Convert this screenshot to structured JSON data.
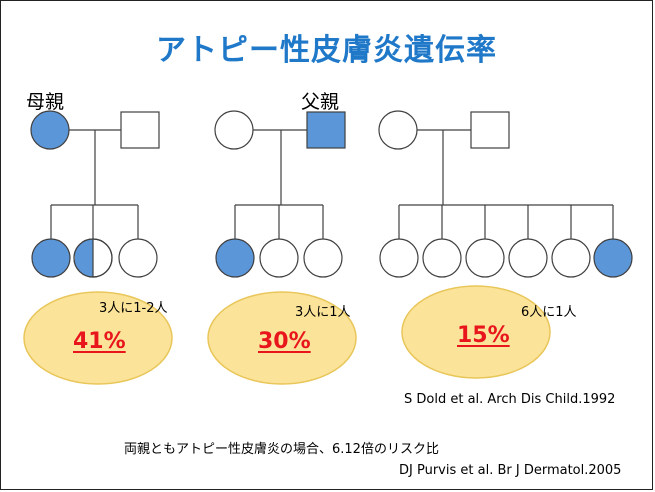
{
  "title": "アトピー性皮膚炎遺伝率",
  "colors": {
    "title": "#1f78c8",
    "affected_fill": "#5b96d8",
    "ellipse_fill": "#fbe49a",
    "ellipse_stroke": "#e9c65a",
    "percent": "#e8161c",
    "line": "#404040"
  },
  "pedigrees": [
    {
      "parent_label": "母親",
      "mother_affected": true,
      "father_affected": false,
      "children": [
        "affected",
        "half",
        "unaffected"
      ],
      "ratio": "3人に1-2人",
      "percent": "41%"
    },
    {
      "parent_label": "父親",
      "mother_affected": false,
      "father_affected": true,
      "children": [
        "affected",
        "unaffected",
        "unaffected"
      ],
      "ratio": "3人に1人",
      "percent": "30%"
    },
    {
      "parent_label": "",
      "mother_affected": false,
      "father_affected": false,
      "children": [
        "unaffected",
        "unaffected",
        "unaffected",
        "unaffected",
        "unaffected",
        "affected"
      ],
      "ratio": "6人に1人",
      "percent": "15%"
    }
  ],
  "citation1": "S Dold et al. Arch Dis Child.1992",
  "note": "両親ともアトピー性皮膚炎の場合、6.12倍のリスク比",
  "citation2": "DJ Purvis et al. Br J Dermatol.2005"
}
